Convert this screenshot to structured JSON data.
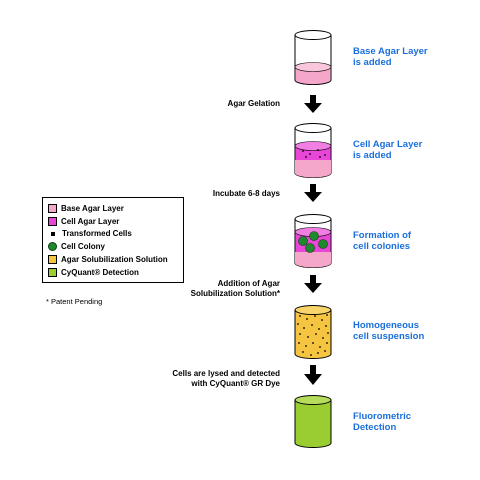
{
  "steps": [
    {
      "label_line1": "Base Agar Layer",
      "label_line2": "is added",
      "fill": "#f4a7c8"
    },
    {
      "label_line1": "Cell Agar Layer",
      "label_line2": "is added",
      "fill": "#e846d6"
    },
    {
      "label_line1": "Formation of",
      "label_line2": "cell colonies",
      "fill": "#e846d6"
    },
    {
      "label_line1": "Homogeneous",
      "label_line2": "cell suspension",
      "fill": "#f5c542"
    },
    {
      "label_line1": "Fluorometric",
      "label_line2": "Detection",
      "fill": "#9acd32"
    }
  ],
  "transitions": [
    {
      "line1": "Agar Gelation",
      "line2": ""
    },
    {
      "line1": "Incubate 6-8 days",
      "line2": ""
    },
    {
      "line1": "Addition of Agar",
      "line2": "Solubilization Solution*"
    },
    {
      "line1": "Cells are lysed and detected",
      "line2": "with CyQuant® GR Dye"
    }
  ],
  "legend": {
    "items": [
      {
        "label": "Base Agar Layer",
        "color": "#f4a7c8",
        "icon": "square"
      },
      {
        "label": "Cell Agar Layer",
        "color": "#e846d6",
        "icon": "square"
      },
      {
        "label": "Transformed Cells",
        "color": "#000000",
        "icon": "dot"
      },
      {
        "label": "Cell Colony",
        "color": "#1c8a2a",
        "icon": "circle"
      },
      {
        "label": "Agar Solubilization Solution",
        "color": "#f5c542",
        "icon": "square"
      },
      {
        "label": "CyQuant® Detection",
        "color": "#9acd32",
        "icon": "square"
      }
    ]
  },
  "footnote": "* Patent Pending",
  "colors": {
    "label_blue": "#1a6fdc",
    "colony_green": "#1c8a2a",
    "base_pink": "#f4a7c8",
    "cell_magenta": "#e846d6"
  }
}
